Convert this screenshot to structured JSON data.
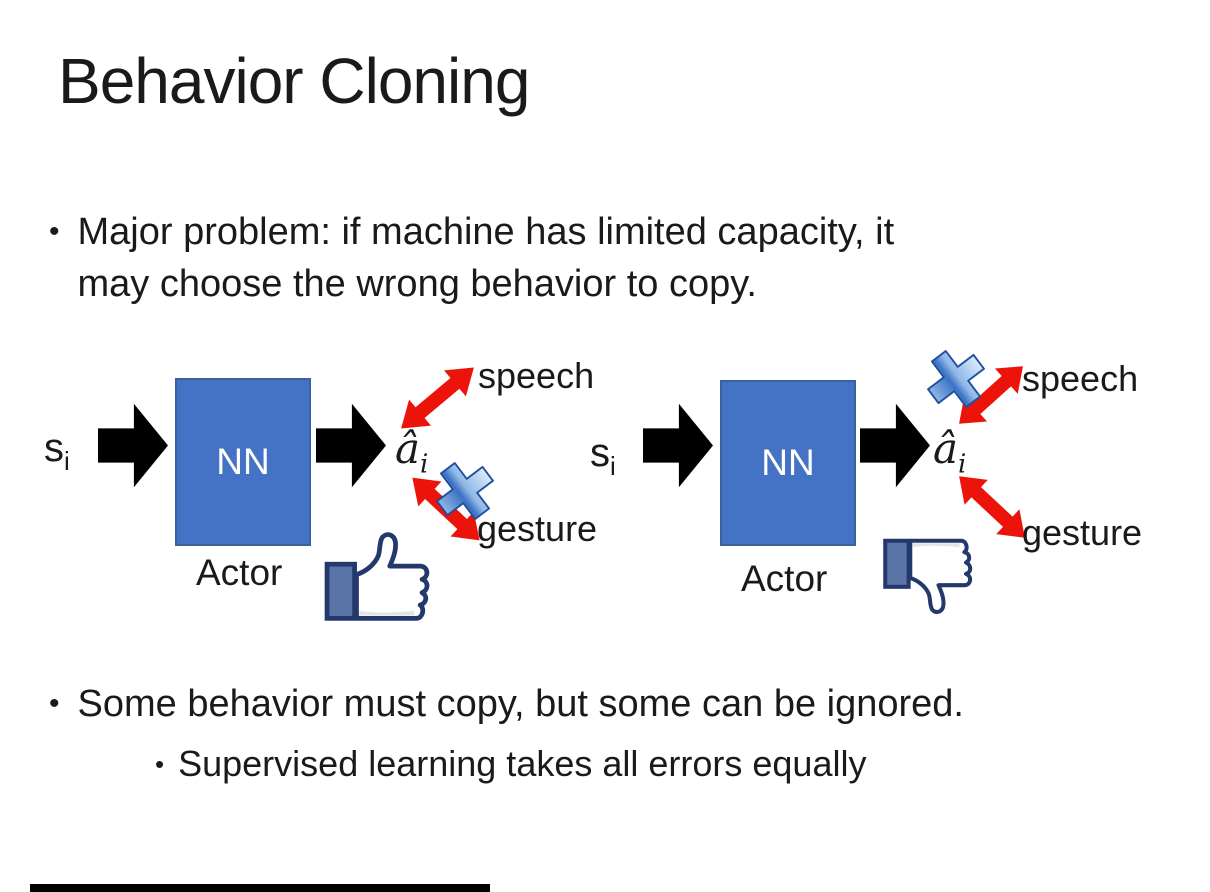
{
  "slide": {
    "title": "Behavior Cloning",
    "bullets": {
      "marker": "•",
      "main1_line1": "Major problem: if machine has limited capacity, it",
      "main1_line2": "may choose the wrong behavior to copy.",
      "main2": "Some behavior must copy, but some can be ignored.",
      "sub2": "Supervised learning takes all errors equally"
    }
  },
  "diagrams": {
    "left": {
      "input": "s",
      "input_sub": "i",
      "box": "NN",
      "box_caption": "Actor",
      "output": "â",
      "output_sub": "i",
      "branch_top": "speech",
      "branch_bottom": "gesture",
      "feedback_icon": "thumbs-up-icon",
      "crossed_branch_icon": "blue-cross-icon"
    },
    "right": {
      "input": "s",
      "input_sub": "i",
      "box": "NN",
      "box_caption": "Actor",
      "output": "â",
      "output_sub": "i",
      "branch_top": "speech",
      "branch_bottom": "gesture",
      "feedback_icon": "thumbs-down-icon",
      "crossed_branch_icon": "blue-cross-icon"
    }
  },
  "colors": {
    "background": "#FFFFFF",
    "text": "#1A1A1A",
    "nn_box_fill": "#4472C4",
    "nn_box_border": "#3B619F",
    "nn_text": "#FFFFFF",
    "flow_arrow": "#000000",
    "relation_arrow": "#EC130A",
    "cross_stroke": "#1E4E9C",
    "cross_light": "#DCEBFA",
    "cross_mid": "#8FB7E8",
    "cross_dark": "#3C72C4",
    "thumb_outline": "#24396B",
    "thumb_fill": "#FFFFFF",
    "thumb_shade": "#E2E4E9",
    "thumb_cuff": "#5B74A8",
    "bottom_bar": "#000000"
  }
}
